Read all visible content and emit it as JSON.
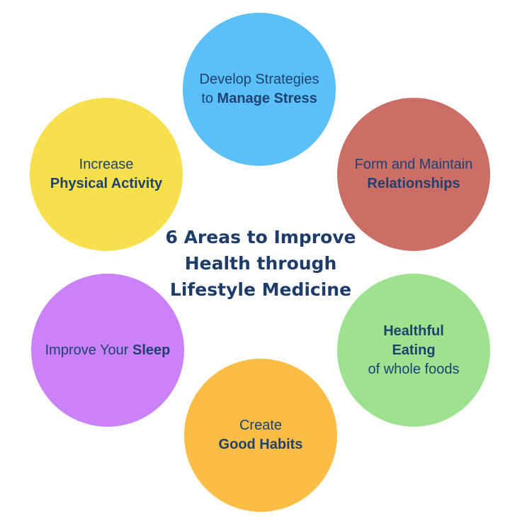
{
  "title": {
    "lines": [
      "6 Areas to Improve",
      "Health through",
      "Lifestyle Medicine"
    ]
  },
  "areas": [
    {
      "id": "stress",
      "color": "#5bc0f8",
      "line1": "Develop Strategies",
      "line2_prefix": "to ",
      "line2_bold": "Manage Stress"
    },
    {
      "id": "relationships",
      "color": "#cb6e66",
      "line1": "Form and Maintain",
      "line2_bold": "Relationships"
    },
    {
      "id": "eating",
      "color": "#9de28f",
      "line1_bold": "Healthful",
      "line2_bold": "Eating",
      "line3": "of whole foods"
    },
    {
      "id": "habits",
      "color": "#fbbd45",
      "line1": "Create",
      "line2_bold": "Good Habits"
    },
    {
      "id": "sleep",
      "color": "#cb82f9",
      "line1_prefix": "Improve Your ",
      "line1_bold": "Sleep"
    },
    {
      "id": "activity",
      "color": "#f8df4c",
      "line1": "Increase",
      "line2_bold": "Physical Activity"
    }
  ]
}
